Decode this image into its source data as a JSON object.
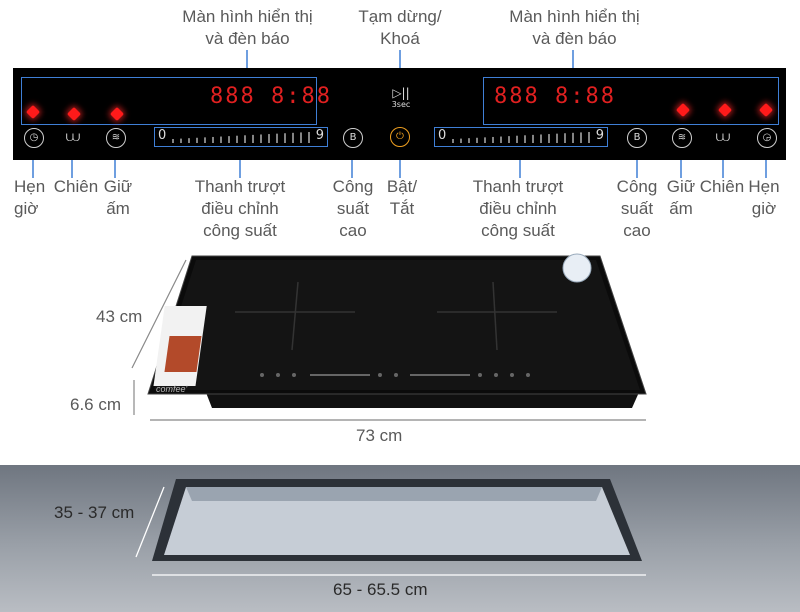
{
  "top_labels": {
    "display_left": [
      "Màn hình hiển thị",
      "và đèn báo"
    ],
    "pause_lock": [
      "Tạm dừng/",
      "Khoá"
    ],
    "display_right": [
      "Màn hình hiển thị",
      "và đèn báo"
    ]
  },
  "panel": {
    "display_digits_left": "888 8:88",
    "display_digits_right": "888 8:88",
    "slider_min": "0",
    "slider_max": "9",
    "boost_symbol": "B",
    "pause_icon_text": "▷||",
    "lock_hint": "3sec"
  },
  "bottom_labels": {
    "timer_left": [
      "Hẹn",
      "giờ"
    ],
    "fry_left": "Chiên",
    "warm_left": [
      "Giữ",
      "ấm"
    ],
    "slider_left": [
      "Thanh trượt",
      "điều chỉnh",
      "công suất"
    ],
    "boost_left": [
      "Công",
      "suất",
      "cao"
    ],
    "power": [
      "Bật/",
      "Tắt"
    ],
    "slider_right": [
      "Thanh trượt",
      "điều chỉnh",
      "công suất"
    ],
    "boost_right": [
      "Công",
      "suất",
      "cao"
    ],
    "warm_right": [
      "Giữ",
      "ấm"
    ],
    "fry_right": "Chiên",
    "timer_right": [
      "Hẹn",
      "giờ"
    ]
  },
  "dimensions": {
    "depth": "43 cm",
    "height": "6.6 cm",
    "width": "73 cm",
    "cutout_depth": "35 - 37 cm",
    "cutout_width": "65 - 65.5 cm"
  },
  "brand_mark": "comfee'",
  "colors": {
    "panel": "#000000",
    "indicator_red": "#ff1a1a",
    "callout_blue": "#3f7fd6",
    "power_orange": "#f0a020"
  }
}
